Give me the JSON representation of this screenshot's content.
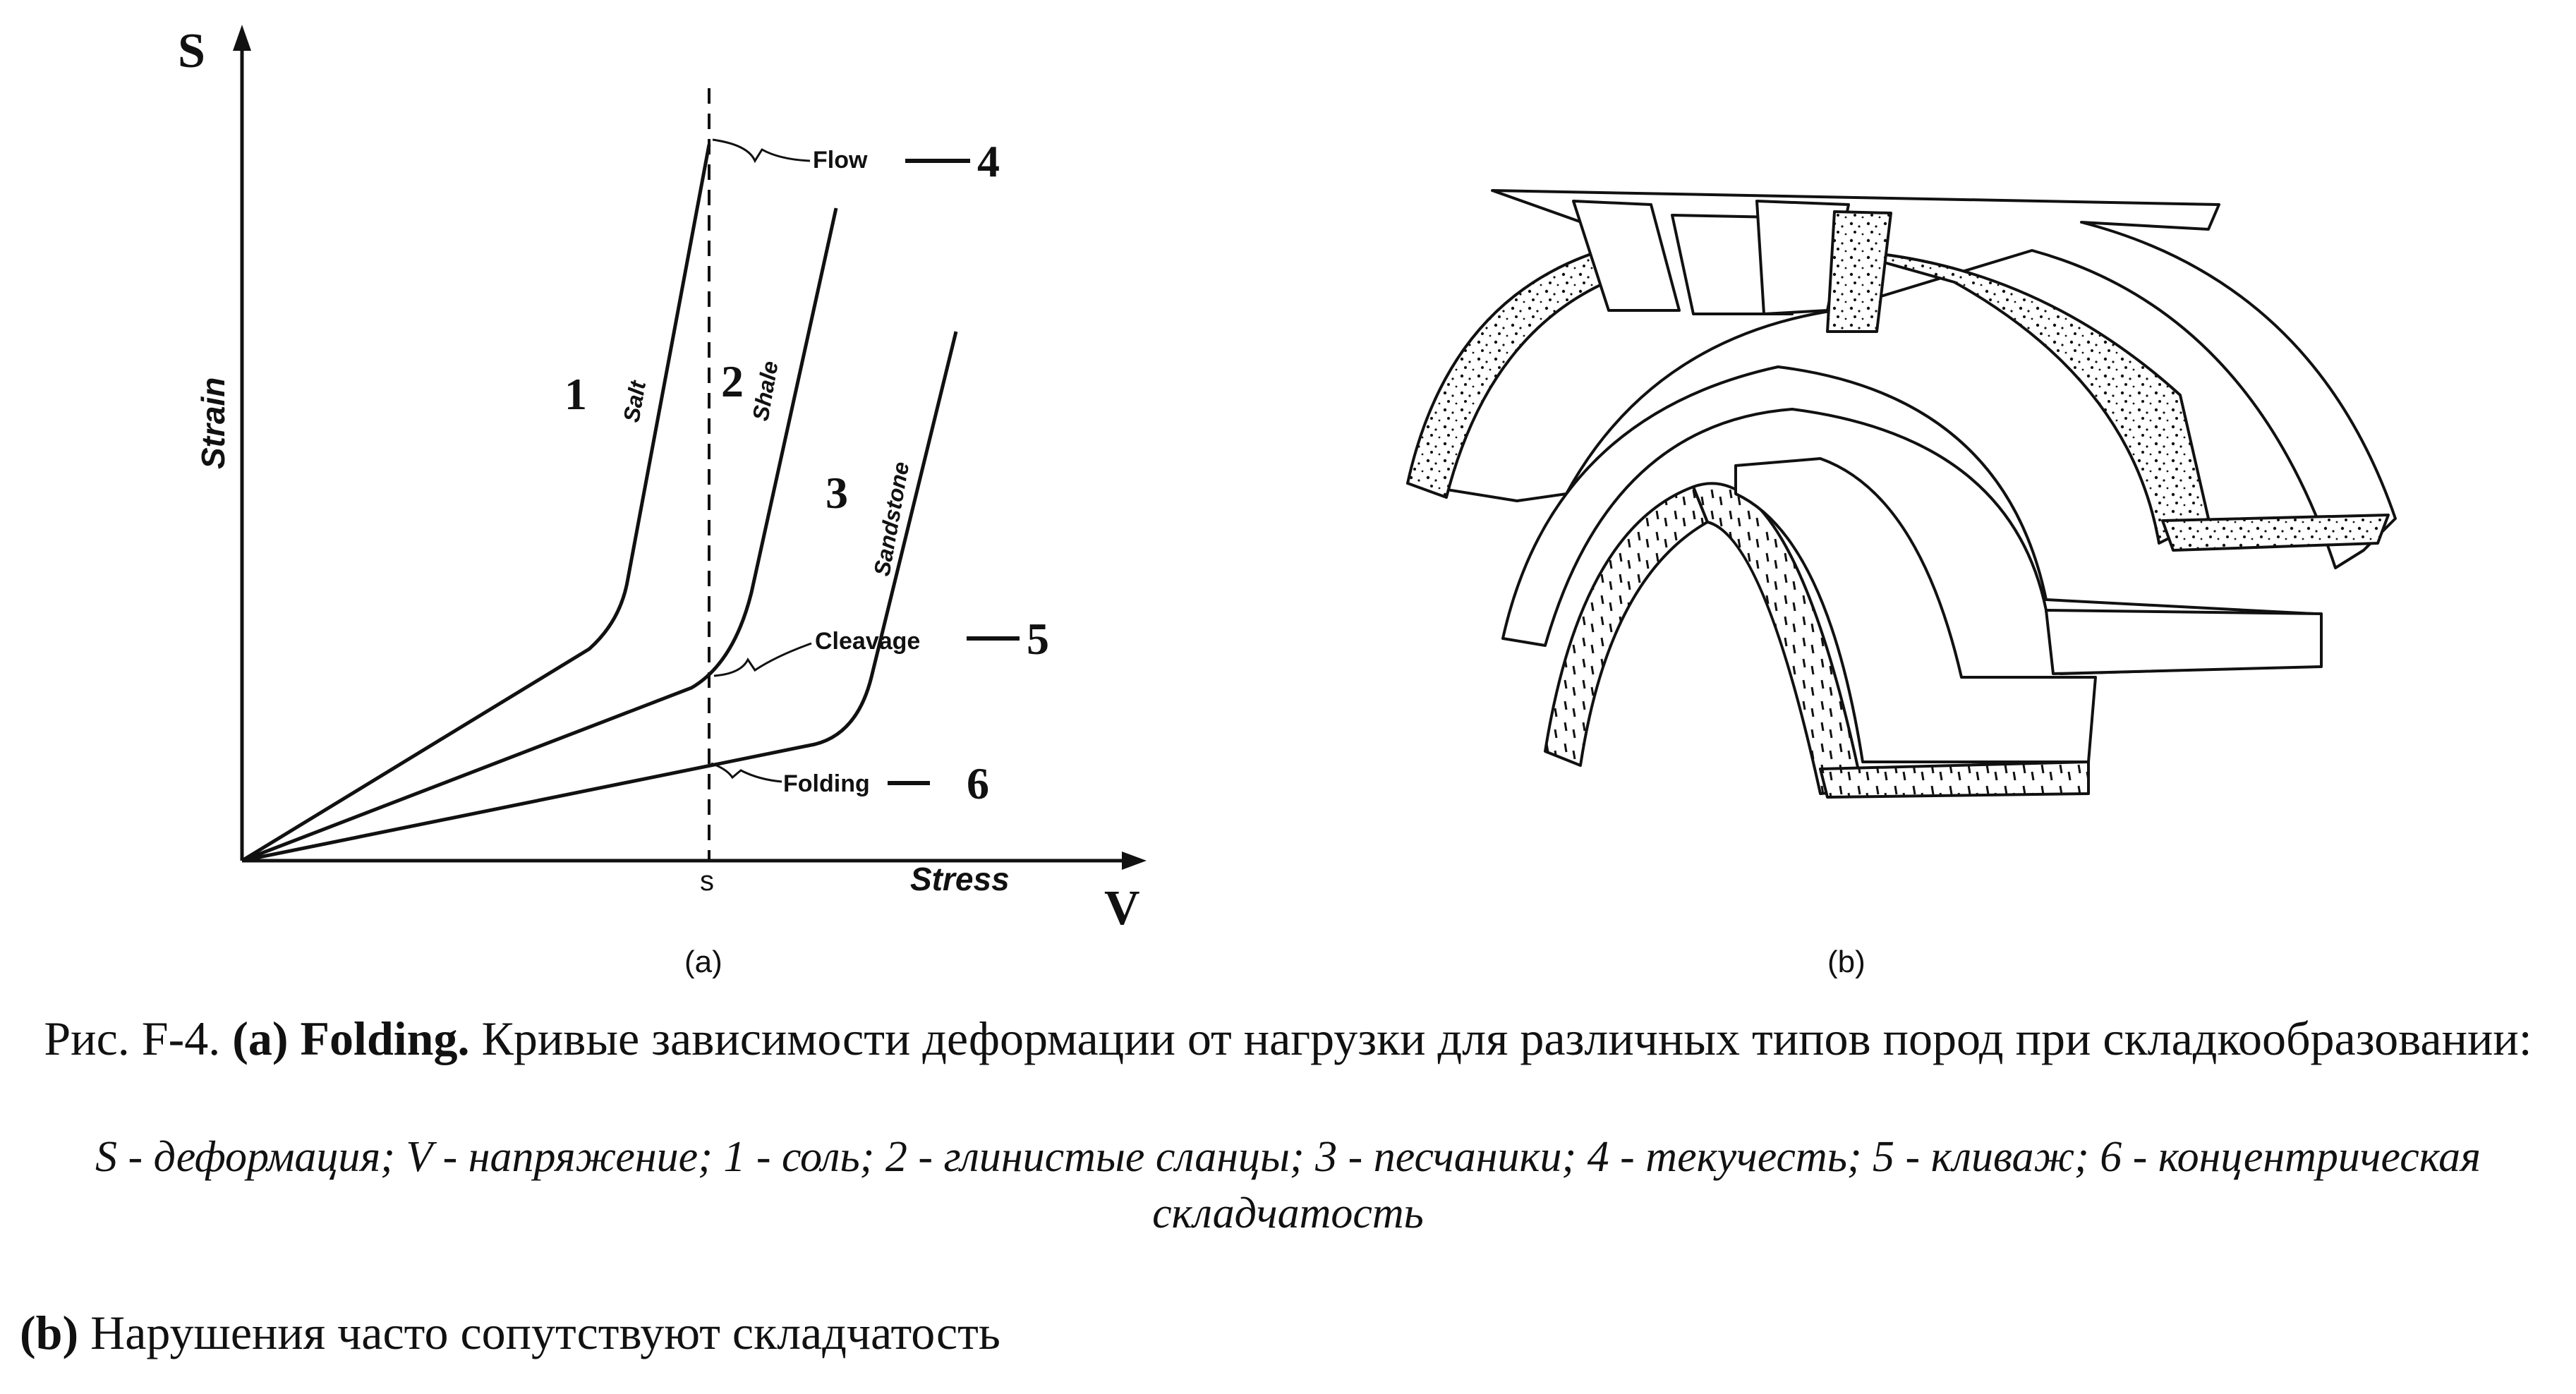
{
  "figure_a": {
    "axis_y_letter": "S",
    "axis_y_label": "Strain",
    "axis_x_letter": "V",
    "axis_x_label": "Stress",
    "tick_s": "s",
    "panel_label": "(a)",
    "curves": [
      {
        "number": "1",
        "name": "Salt"
      },
      {
        "number": "2",
        "name": "Shale"
      },
      {
        "number": "3",
        "name": "Sandstone"
      }
    ],
    "markers": [
      {
        "label": "Flow",
        "number": "4"
      },
      {
        "label": "Cleavage",
        "number": "5"
      },
      {
        "label": "Folding",
        "number": "6"
      }
    ]
  },
  "chart_data": {
    "type": "line",
    "xlabel": "Stress",
    "ylabel": "Strain",
    "series": [
      {
        "name": "Salt",
        "x": [
          0,
          0.43,
          0.49,
          0.58
        ],
        "y": [
          0,
          0.27,
          0.38,
          1.0
        ]
      },
      {
        "name": "Shale",
        "x": [
          0,
          0.53,
          0.6,
          0.67
        ],
        "y": [
          0,
          0.23,
          0.33,
          0.89
        ]
      },
      {
        "name": "Sandstone",
        "x": [
          0,
          0.64,
          0.73,
          0.8
        ],
        "y": [
          0,
          0.16,
          0.23,
          0.68
        ]
      }
    ],
    "annotations": [
      "Flow — 4",
      "Cleavage — 5",
      "Folding — 6",
      "s"
    ]
  },
  "figure_b": {
    "panel_label": "(b)"
  },
  "caption": {
    "prefix": "Рис. F-4. ",
    "bold": "(a) Folding.",
    "text": " Кривые зависимости деформации от нагрузки для различных типов пород при складкообразовании:",
    "legend": "S - деформация; V - напряжение; 1 - соль; 2 - глинистые сланцы; 3 - песчаники; 4 - текучесть; 5 - кливаж; 6 - концентрическая складчатость"
  },
  "note": {
    "bold": "(b)",
    "text": " Нарушения часто сопутствуют складчатость"
  }
}
